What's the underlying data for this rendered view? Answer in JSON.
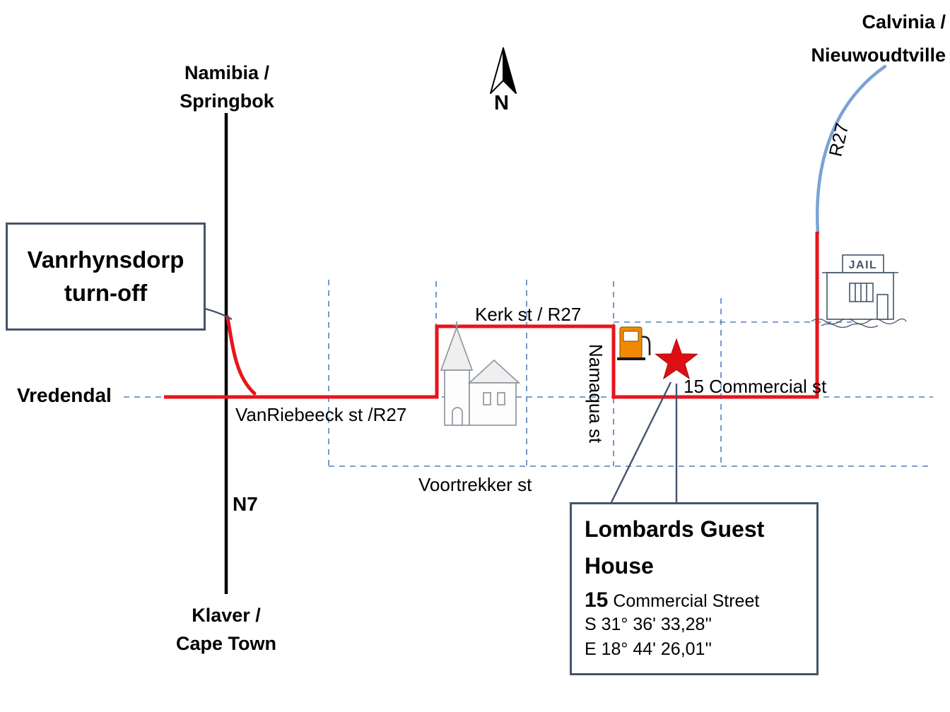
{
  "colors": {
    "route-red": "#e8141c",
    "road-blue": "#7aa3d4",
    "grid-blue": "#4f81bd",
    "callout-border": "#44546a",
    "pointer-blue": "#44546a",
    "star-red": "#dd0f14",
    "pump-orange": "#f18a00",
    "sketch-ink": "#44546a",
    "church-gray": "#9097a0",
    "road-black": "#000000"
  },
  "compass": {
    "north_label": "N"
  },
  "destinations": {
    "top_right_line1": "Calvinia /",
    "top_right_line2": "Nieuwoudtville",
    "top_left_line1": "Namibia /",
    "top_left_line2": "Springbok",
    "bottom_line1": "Klaver /",
    "bottom_line2": "Cape Town",
    "west": "Vredendal"
  },
  "roads": {
    "n7": "N7",
    "r27": "R27",
    "kerk": "Kerk st / R27",
    "vanriebeeck": "VanRiebeeck st /R27",
    "namaqua": "Namaqua st",
    "voortrekker": "Voortrekker st",
    "commercial": "15 Commercial st"
  },
  "landmarks": {
    "jail_sign": "JAIL"
  },
  "callouts": {
    "turnoff": {
      "line1": "Vanrhynsdorp",
      "line2": "turn-off"
    },
    "guesthouse": {
      "title_line1": "Lombards Guest",
      "title_line2": "House",
      "address_number": "15",
      "address_street": " Commercial Street",
      "latitude": "S 31° 36' 33,28''",
      "longitude": "E 18° 44' 26,01''"
    }
  }
}
